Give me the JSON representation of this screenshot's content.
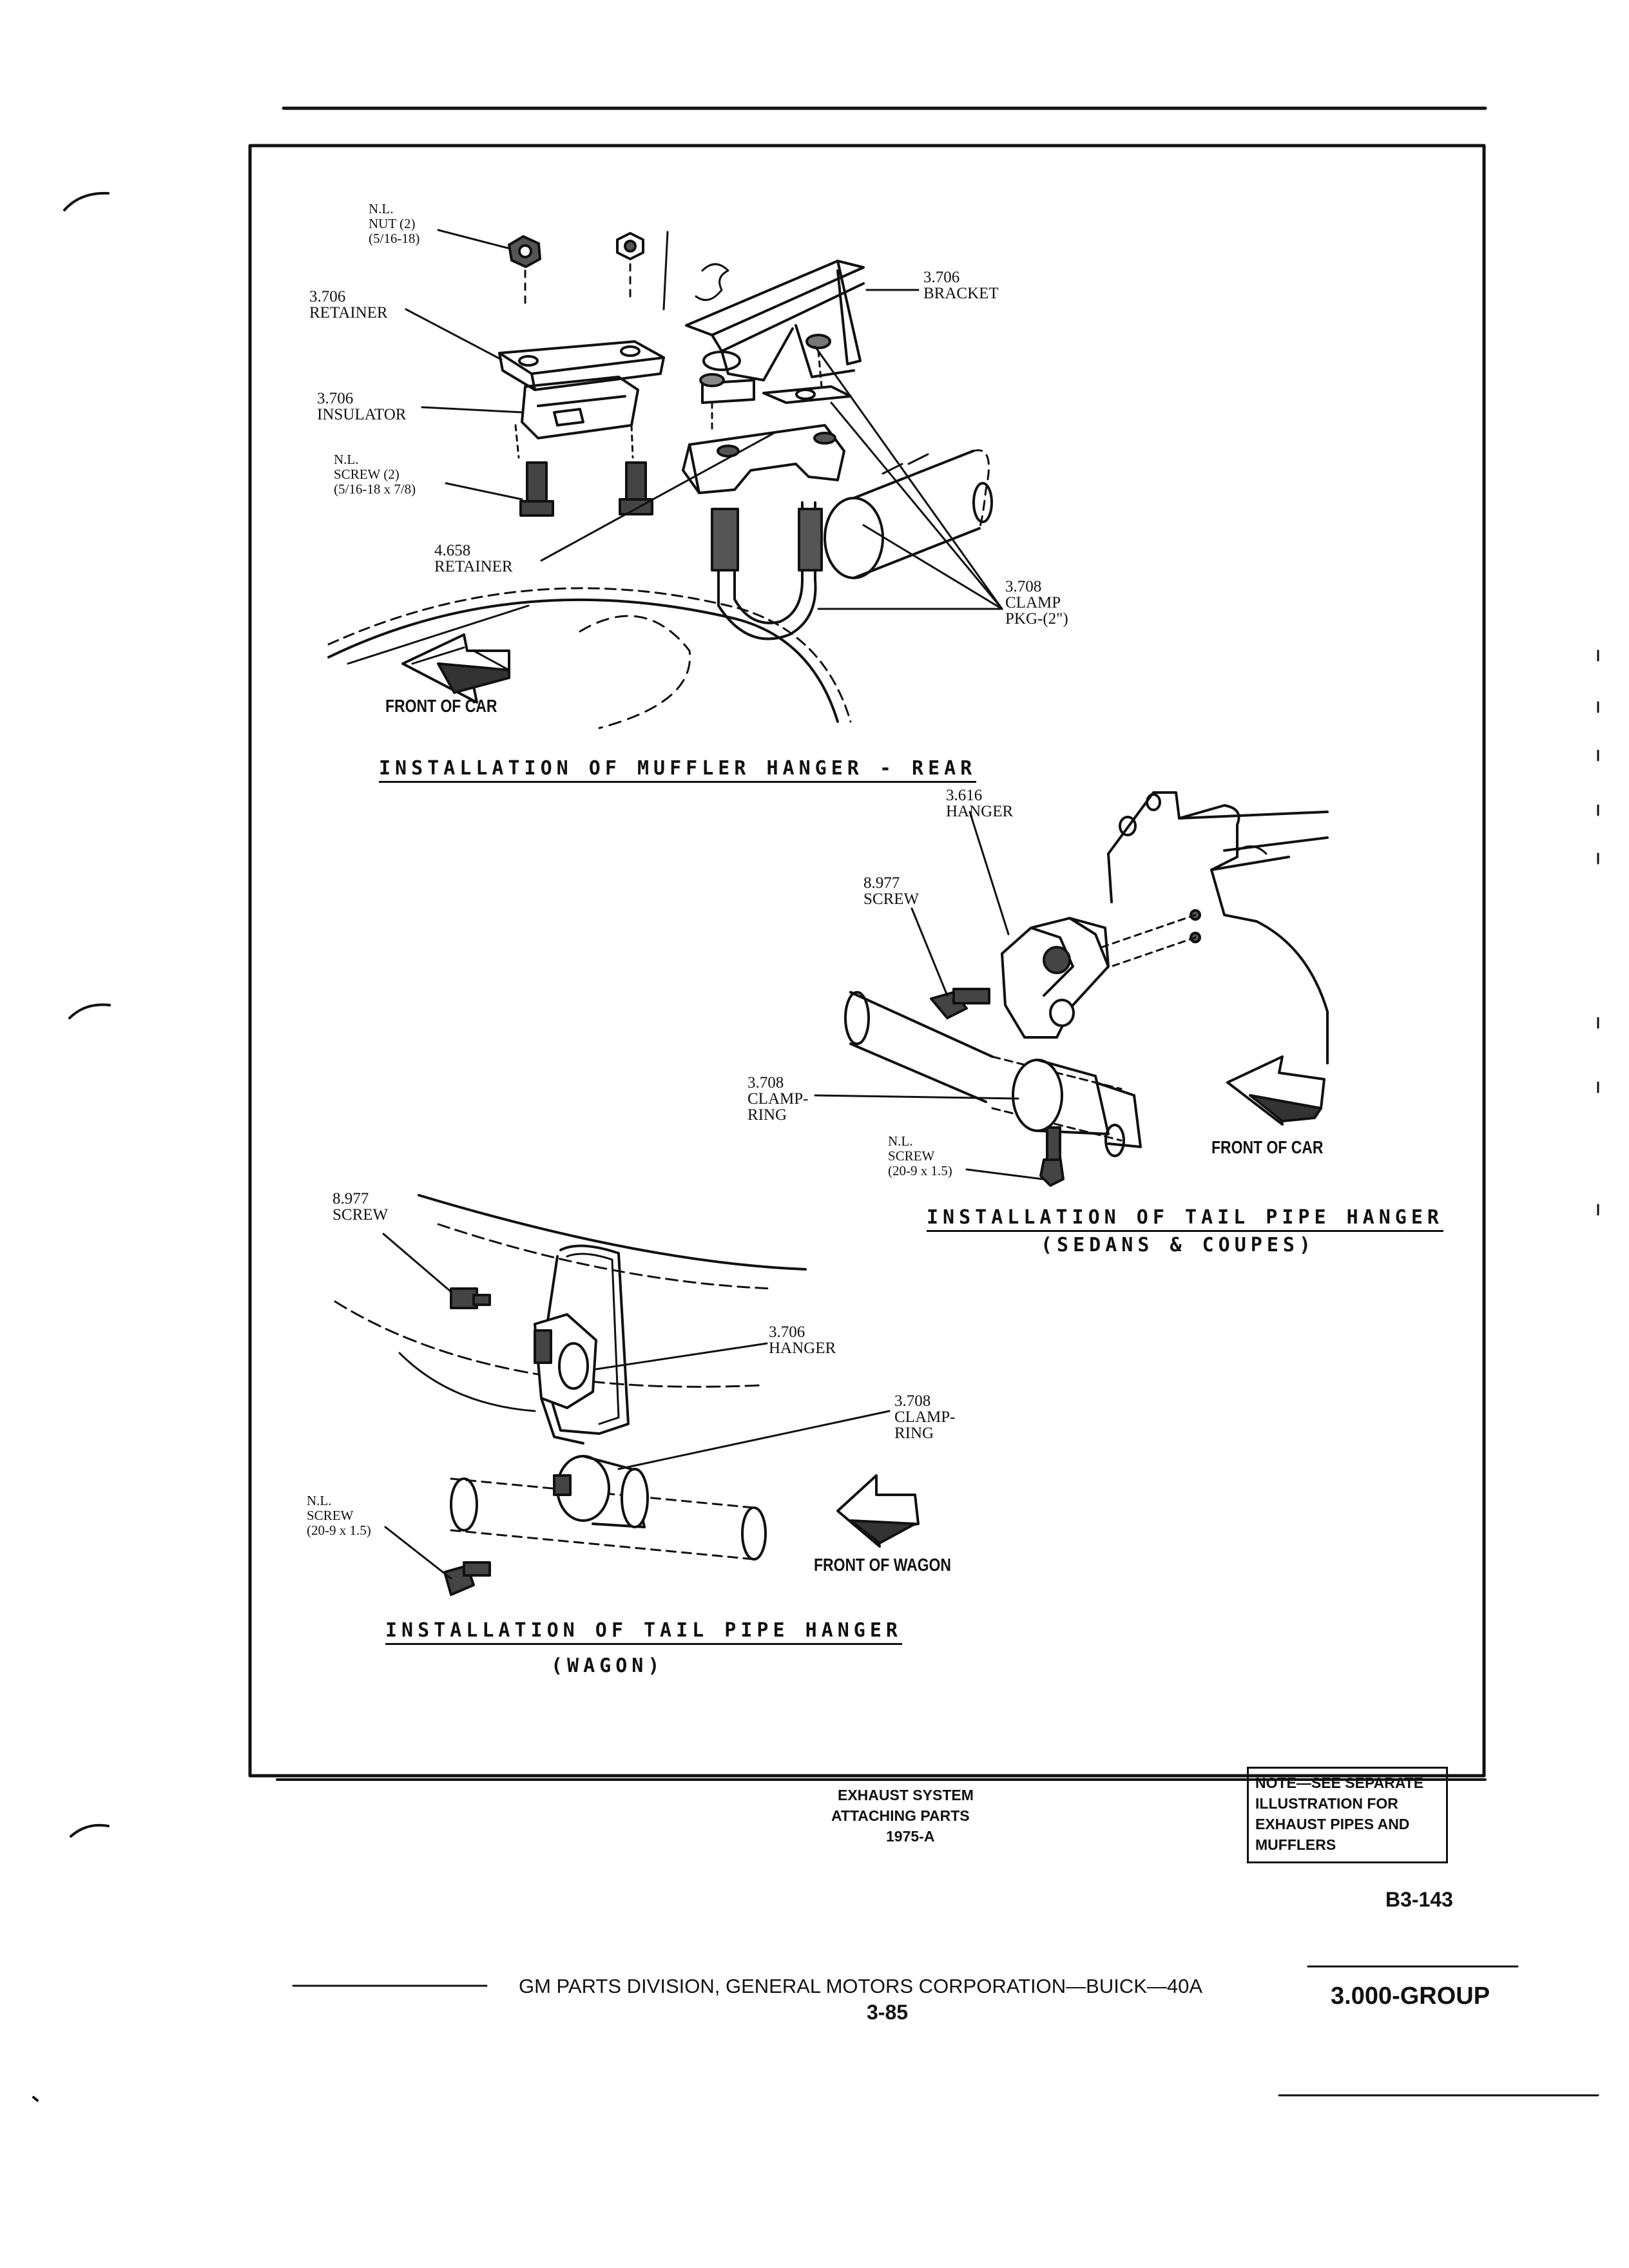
{
  "diagram1": {
    "title": "INSTALLATION OF MUFFLER HANGER - REAR",
    "direction": "FRONT OF CAR",
    "callouts": {
      "nut": "N.L.\nNUT (2)\n(5/16-18)",
      "retainer": "3.706\nRETAINER",
      "insulator": "3.706\nINSULATOR",
      "screw": "N.L.\nSCREW (2)\n(5/16-18 x 7/8)",
      "retainer2": "4.658\nRETAINER",
      "bracket": "3.706\nBRACKET",
      "clamp": "3.708\nCLAMP\nPKG-(2\")"
    }
  },
  "diagram2": {
    "title": "INSTALLATION OF TAIL PIPE HANGER",
    "subtitle": "(SEDANS & COUPES)",
    "direction": "FRONT OF CAR",
    "callouts": {
      "hanger": "3.616\nHANGER",
      "screw": "8.977\nSCREW",
      "clamp_ring": "3.708\nCLAMP-\nRING",
      "nl_screw": "N.L.\nSCREW\n(20-9 x 1.5)"
    }
  },
  "diagram3": {
    "title": "INSTALLATION OF TAIL PIPE HANGER",
    "subtitle": "(WAGON)",
    "direction": "FRONT OF WAGON",
    "callouts": {
      "screw": "8.977\nSCREW",
      "hanger": "3.706\nHANGER",
      "clamp_ring": "3.708\nCLAMP-\nRING",
      "nl_screw": "N.L.\nSCREW\n(20-9 x 1.5)"
    }
  },
  "caption": {
    "line1": "EXHAUST SYSTEM",
    "line2": "ATTACHING PARTS",
    "line3": "1975-A"
  },
  "note": {
    "line1": "NOTE—SEE SEPARATE",
    "line2": "ILLUSTRATION FOR",
    "line3": "EXHAUST PIPES AND",
    "line4": "MUFFLERS"
  },
  "figure_id": "B3-143",
  "footer": {
    "division": "GM PARTS DIVISION, GENERAL MOTORS CORPORATION—BUICK—40A",
    "page": "3-85",
    "group": "3.000-GROUP"
  }
}
